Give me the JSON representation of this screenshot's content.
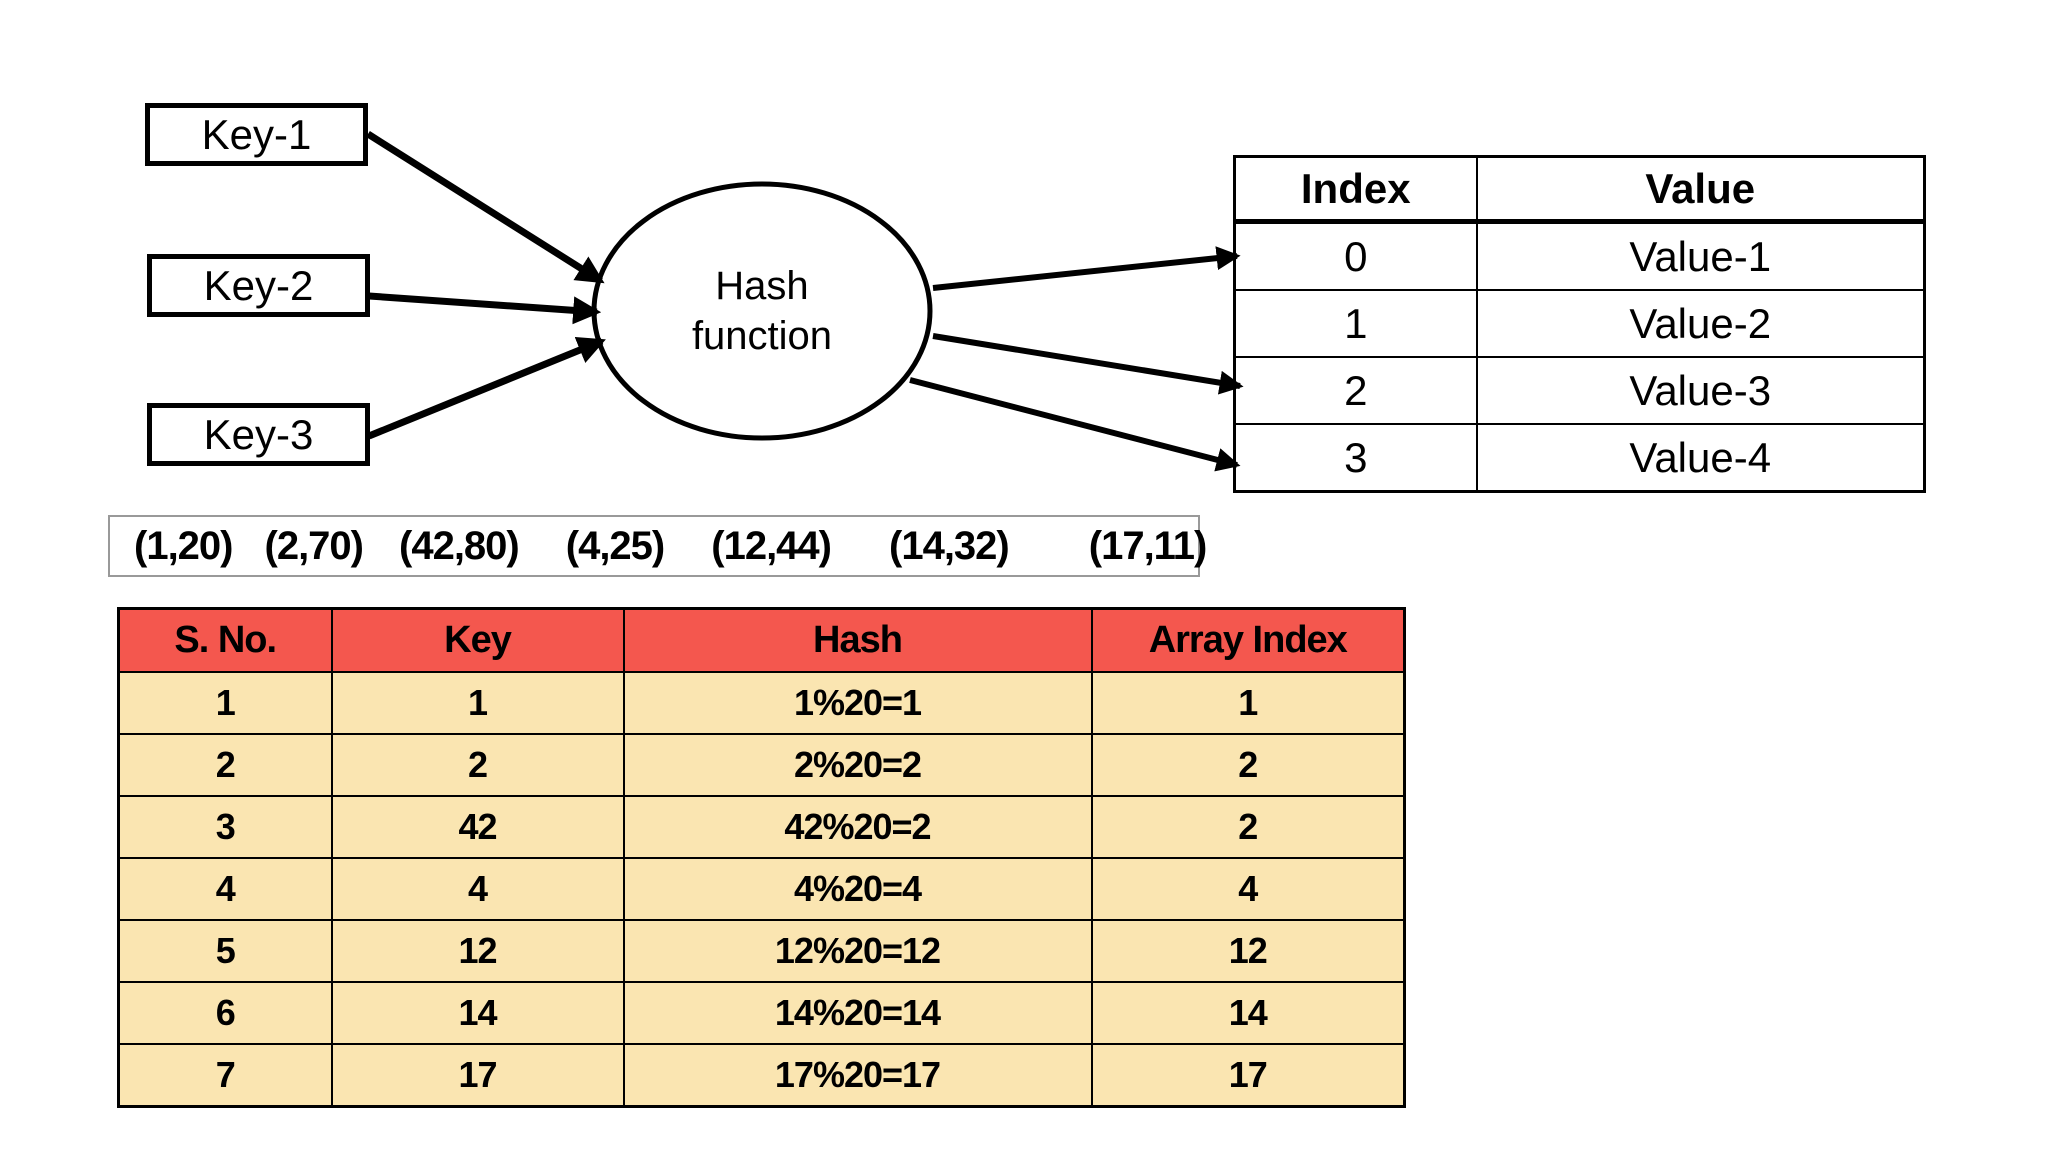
{
  "diagram": {
    "key_boxes": [
      {
        "label": "Key-1"
      },
      {
        "label": "Key-2"
      },
      {
        "label": "Key-3"
      }
    ],
    "hash_node": {
      "label": "Hash\nfunction"
    }
  },
  "index_value_table": {
    "columns": [
      "Index",
      "Value"
    ],
    "rows": [
      [
        "0",
        "Value-1"
      ],
      [
        "1",
        "Value-2"
      ],
      [
        "2",
        "Value-3"
      ],
      [
        "3",
        "Value-4"
      ]
    ]
  },
  "key_value_pairs": [
    "(1,20)",
    "(2,70)",
    "(42,80)",
    "(4,25)",
    "(12,44)",
    "(14,32)",
    "(17,11)"
  ],
  "hash_computation_table": {
    "columns": [
      "S. No.",
      "Key",
      "Hash",
      "Array Index"
    ],
    "rows": [
      [
        "1",
        "1",
        "1%20=1",
        "1"
      ],
      [
        "2",
        "2",
        "2%20=2",
        "2"
      ],
      [
        "3",
        "42",
        "42%20=2",
        "2"
      ],
      [
        "4",
        "4",
        "4%20=4",
        "4"
      ],
      [
        "5",
        "12",
        "12%20=12",
        "12"
      ],
      [
        "6",
        "14",
        "14%20=14",
        "14"
      ],
      [
        "7",
        "17",
        "17%20=17",
        "17"
      ]
    ]
  },
  "colors": {
    "table_header_red": "#f4574e",
    "table_row_cream": "#fae5b1",
    "pairs_border_gray": "#999999",
    "diagram_stroke": "#000000"
  }
}
